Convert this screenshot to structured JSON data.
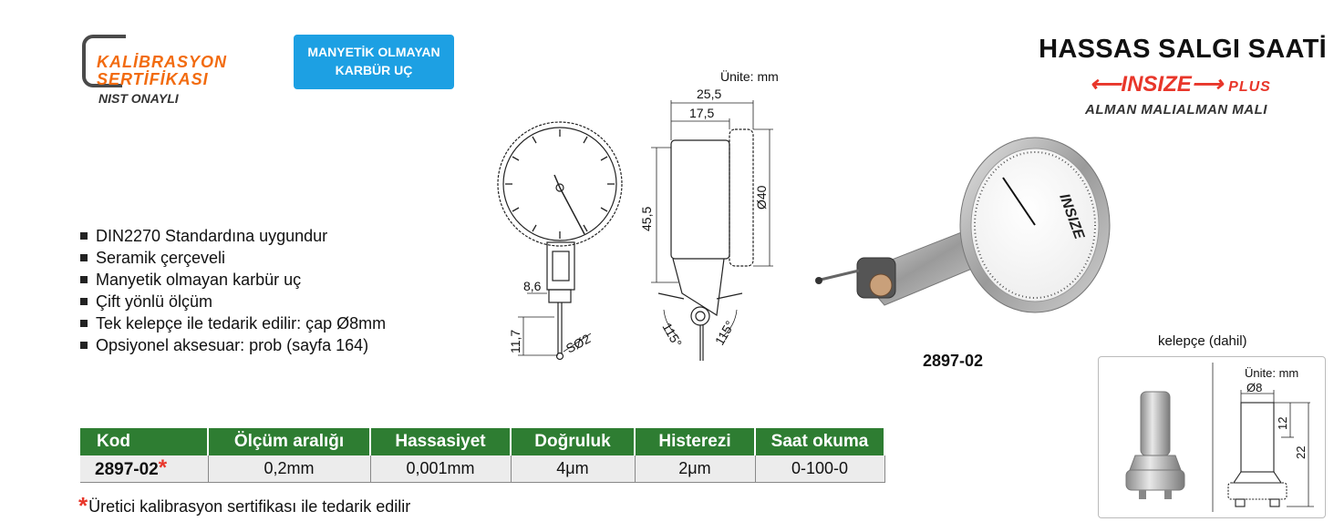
{
  "calibration_logo": {
    "line1": "KALİBRASYON",
    "line2": "SERTİFİKASI",
    "line3": "NIST ONAYLI"
  },
  "badge": {
    "line1": "MANYETİK OLMAYAN",
    "line2": "KARBÜR UÇ"
  },
  "header": {
    "title": "HASSAS SALGI SAATİ",
    "brand": "INSIZE",
    "brand_suffix": "PLUS",
    "made_in": "ALMAN MALIALMAN MALI",
    "brand_color": "#e8362a"
  },
  "features": [
    "DIN2270 Standardına uygundur",
    "Seramik çerçeveli",
    "Manyetik olmayan karbür uç",
    "Çift yönlü ölçüm",
    "Tek kelepçe ile tedarik edilir: çap Ø8mm",
    "Opsiyonel aksesuar: prob (sayfa 164)"
  ],
  "drawing": {
    "unit": "Ünite: mm",
    "dim_overall": "25,5",
    "dim_body": "17,5",
    "dim_height": "45,5",
    "dim_dia": "Ø40",
    "dim_stem": "8,6",
    "dim_tip": "11,7",
    "dim_ball": "SØ2",
    "angle_left": "115°",
    "angle_right": "115°"
  },
  "photo": {
    "code": "2897-02"
  },
  "clamp": {
    "caption": "kelepçe (dahil)",
    "unit": "Ünite: mm",
    "dia": "Ø8",
    "h1": "12",
    "h2": "22"
  },
  "table": {
    "headers": [
      "Kod",
      "Ölçüm aralığı",
      "Hassasiyet",
      "Doğruluk",
      "Histerezi",
      "Saat okuma"
    ],
    "row": [
      "2897-02",
      "0,2mm",
      "0,001mm",
      "4μm",
      "2μm",
      "0-100-0"
    ],
    "row_marker": "*",
    "header_color": "#2e7d32"
  },
  "footnote": {
    "marker": "*",
    "text": "Üretici kalibrasyon sertifikası ile tedarik edilir"
  }
}
